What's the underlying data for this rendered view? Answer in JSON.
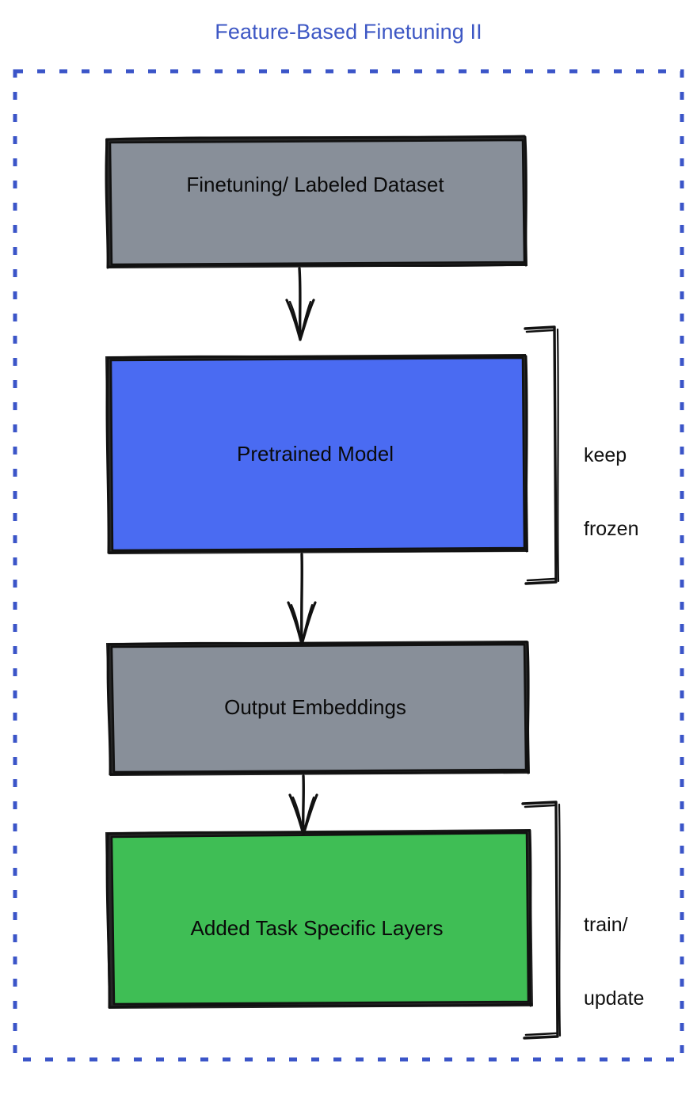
{
  "title": "Feature-Based Finetuning II",
  "frame": {
    "name": "dashed-outer-frame",
    "style": "dashed",
    "color": "#3b55c8"
  },
  "colors": {
    "title": "#3d57c4",
    "frame_dash": "#3b55c8",
    "gray_fill": "#888f99",
    "blue_fill": "#4a6bf2",
    "green_fill": "#3fbe55",
    "stroke": "#000000",
    "text": "#0a0a0a",
    "background": "#ffffff"
  },
  "nodes": [
    {
      "id": "dataset",
      "label": "Finetuning/ Labeled Dataset",
      "fill": "#888f99",
      "fill_name": "gray"
    },
    {
      "id": "pretrained",
      "label": "Pretrained Model",
      "fill": "#4a6bf2",
      "fill_name": "blue"
    },
    {
      "id": "embeddings",
      "label": "Output Embeddings",
      "fill": "#888f99",
      "fill_name": "gray"
    },
    {
      "id": "added_layers",
      "label": "Added Task Specific Layers",
      "fill": "#3fbe55",
      "fill_name": "green"
    }
  ],
  "edges": [
    {
      "id": "edge-1",
      "from": "dataset",
      "to": "pretrained",
      "style": "arrow-down"
    },
    {
      "id": "edge-2",
      "from": "pretrained",
      "to": "embeddings",
      "style": "arrow-down"
    },
    {
      "id": "edge-3",
      "from": "embeddings",
      "to": "added_layers",
      "style": "arrow-down"
    }
  ],
  "annotations": [
    {
      "id": "keep-frozen",
      "label": "keep\nfrozen",
      "line1": "keep",
      "line2": "frozen",
      "targets": [
        "pretrained"
      ]
    },
    {
      "id": "train-update",
      "label": "train/\nupdate",
      "line1": "train/",
      "line2": "update",
      "targets": [
        "added_layers"
      ]
    }
  ]
}
